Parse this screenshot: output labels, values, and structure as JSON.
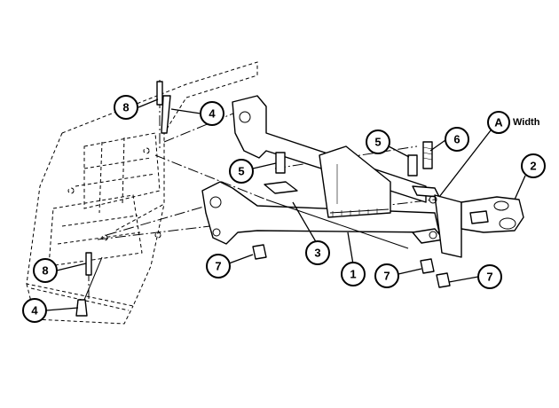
{
  "diagram": {
    "callouts": [
      {
        "id": "c8-top",
        "label": "8"
      },
      {
        "id": "c4-top",
        "label": "4"
      },
      {
        "id": "c5-left",
        "label": "5"
      },
      {
        "id": "c5-right",
        "label": "5"
      },
      {
        "id": "c6",
        "label": "6"
      },
      {
        "id": "cA",
        "label": "A"
      },
      {
        "id": "c2",
        "label": "2"
      },
      {
        "id": "c3",
        "label": "3"
      },
      {
        "id": "c1",
        "label": "1"
      },
      {
        "id": "c7-left",
        "label": "7"
      },
      {
        "id": "c7-mid",
        "label": "7"
      },
      {
        "id": "c7-right",
        "label": "7"
      },
      {
        "id": "c8-bottom",
        "label": "8"
      },
      {
        "id": "c4-bottom",
        "label": "4"
      }
    ],
    "width_label": "Width"
  },
  "colors": {
    "line": "#000000",
    "background": "#ffffff"
  }
}
